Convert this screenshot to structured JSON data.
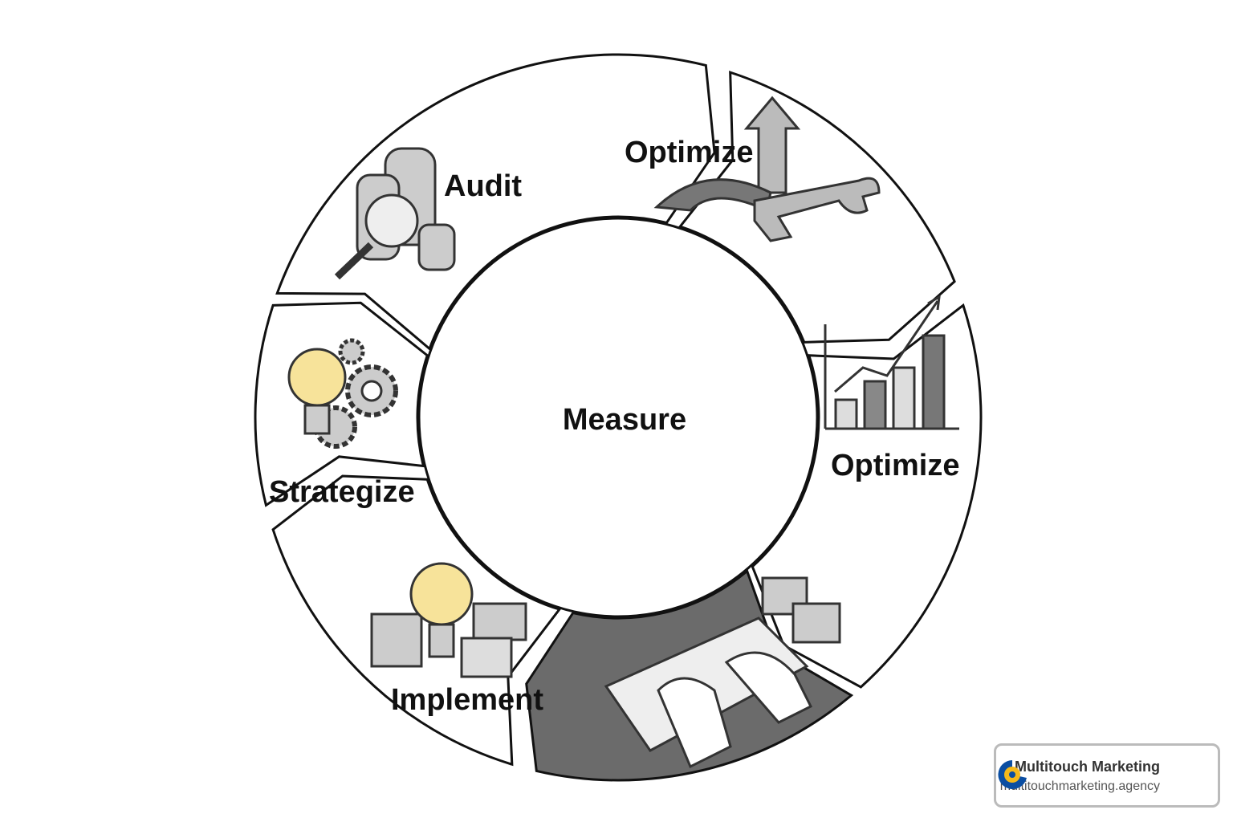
{
  "diagram": {
    "center_label": "Measure",
    "segments": [
      {
        "label": "Audit",
        "icon": "database-magnifier-icon",
        "fill": "#ffffff"
      },
      {
        "label": "Optimize",
        "icon": "arrow-wrench-icon",
        "fill": "#ffffff"
      },
      {
        "label": "Optimize",
        "icon": "bar-chart-growth-icon",
        "fill": "#ffffff"
      },
      {
        "label": "",
        "icon": "keyboard-typing-icon",
        "fill": "#6b6b6b"
      },
      {
        "label": "Implement",
        "icon": "lightbulb-blocks-icon",
        "fill": "#ffffff"
      },
      {
        "label": "Strategize",
        "icon": "lightbulb-gears-icon",
        "fill": "#ffffff"
      }
    ]
  },
  "badge": {
    "title": "Multitouch Marketing",
    "url": "multitouchmarketing.agency",
    "logo_colors": [
      "#0b4ea2",
      "#f5b91a"
    ]
  }
}
